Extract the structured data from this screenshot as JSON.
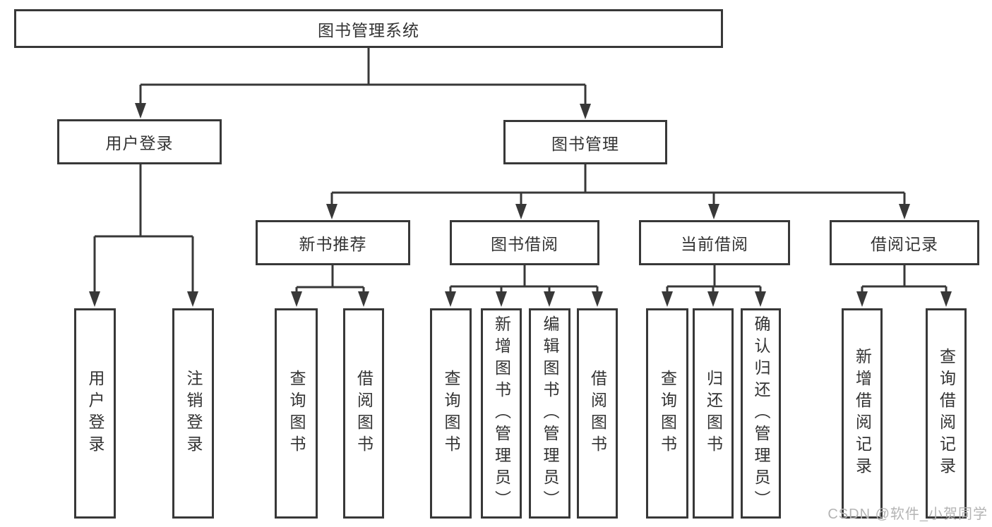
{
  "colors": {
    "line": "#383838",
    "text": "#333333",
    "watermark": "#b4b4b4",
    "background": "#ffffff"
  },
  "tree": {
    "root": {
      "label": "图书管理系统"
    },
    "login": {
      "label": "用户登录",
      "children": [
        {
          "label": "用户登录"
        },
        {
          "label": "注销登录"
        }
      ]
    },
    "management": {
      "label": "图书管理",
      "sections": [
        {
          "label": "新书推荐",
          "children": [
            {
              "label": "查询图书"
            },
            {
              "label": "借阅图书"
            }
          ]
        },
        {
          "label": "图书借阅",
          "children": [
            {
              "label": "查询图书"
            },
            {
              "label": "新增图书（管理员）"
            },
            {
              "label": "编辑图书（管理员）"
            },
            {
              "label": "借阅图书"
            }
          ]
        },
        {
          "label": "当前借阅",
          "children": [
            {
              "label": "查询图书"
            },
            {
              "label": "归还图书"
            },
            {
              "label": "确认归还（管理员）"
            }
          ]
        },
        {
          "label": "借阅记录",
          "children": [
            {
              "label": "新增借阅记录"
            },
            {
              "label": "查询借阅记录"
            }
          ]
        }
      ]
    }
  },
  "watermark": {
    "text": "CSDN @软件_小贺同学"
  }
}
